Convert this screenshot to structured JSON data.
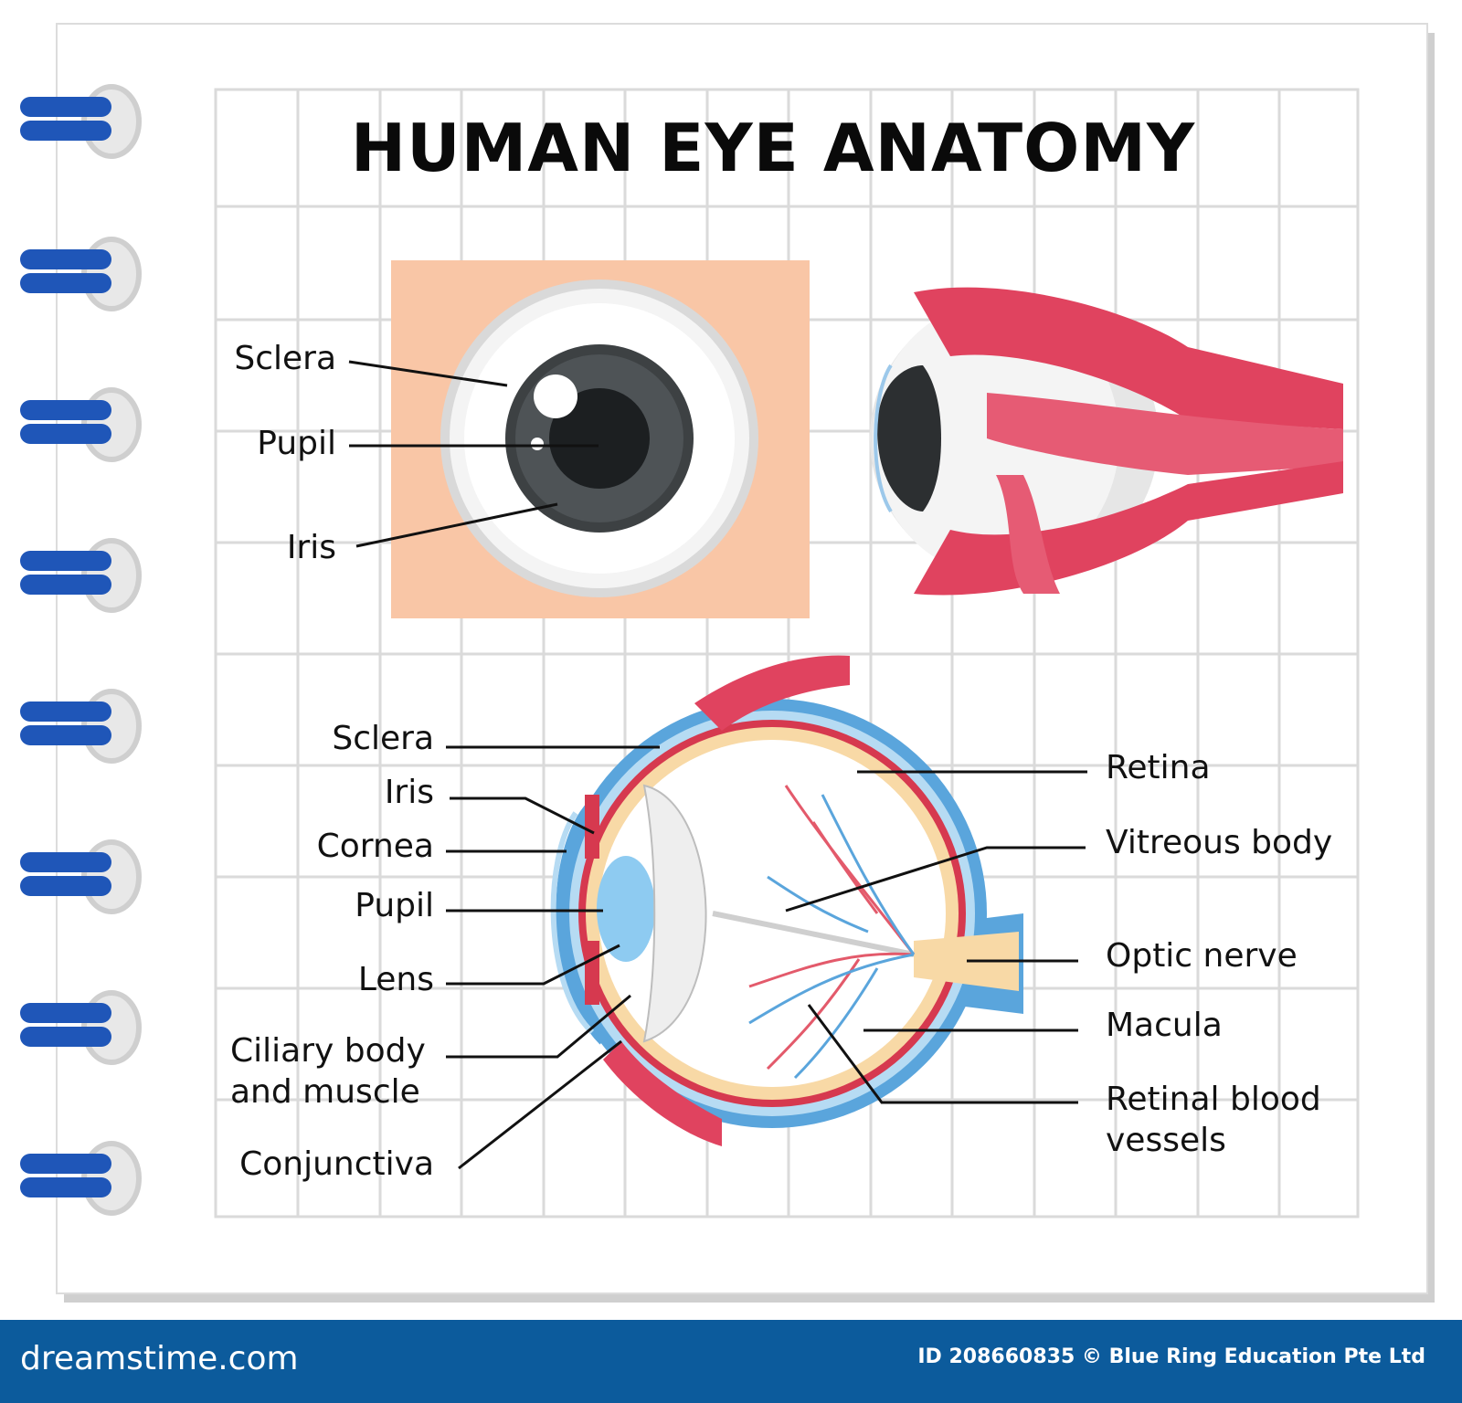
{
  "title": "HUMAN EYE ANATOMY",
  "front_view": {
    "labels": [
      "Sclera",
      "Pupil",
      "Iris"
    ]
  },
  "cross_section": {
    "left_labels": [
      "Sclera",
      "Iris",
      "Cornea",
      "Pupil",
      "Lens",
      "Ciliary body\nand muscle",
      "Conjunctiva"
    ],
    "right_labels": [
      "Retina",
      "Vitreous body",
      "Optic nerve",
      "Macula",
      "Retinal blood\nvessels"
    ]
  },
  "footer": {
    "brand": "dreamstime.com",
    "credit": "ID 208660835 © Blue Ring Education Pte Ltd"
  },
  "colors": {
    "skin": "#f9c6a6",
    "muscle": "#e0435f",
    "sclera_outer": "#5aa5dc",
    "iris_dark": "#3d4143",
    "footer_bg": "#0c5b9c",
    "ring_blue": "#1f56b8"
  }
}
